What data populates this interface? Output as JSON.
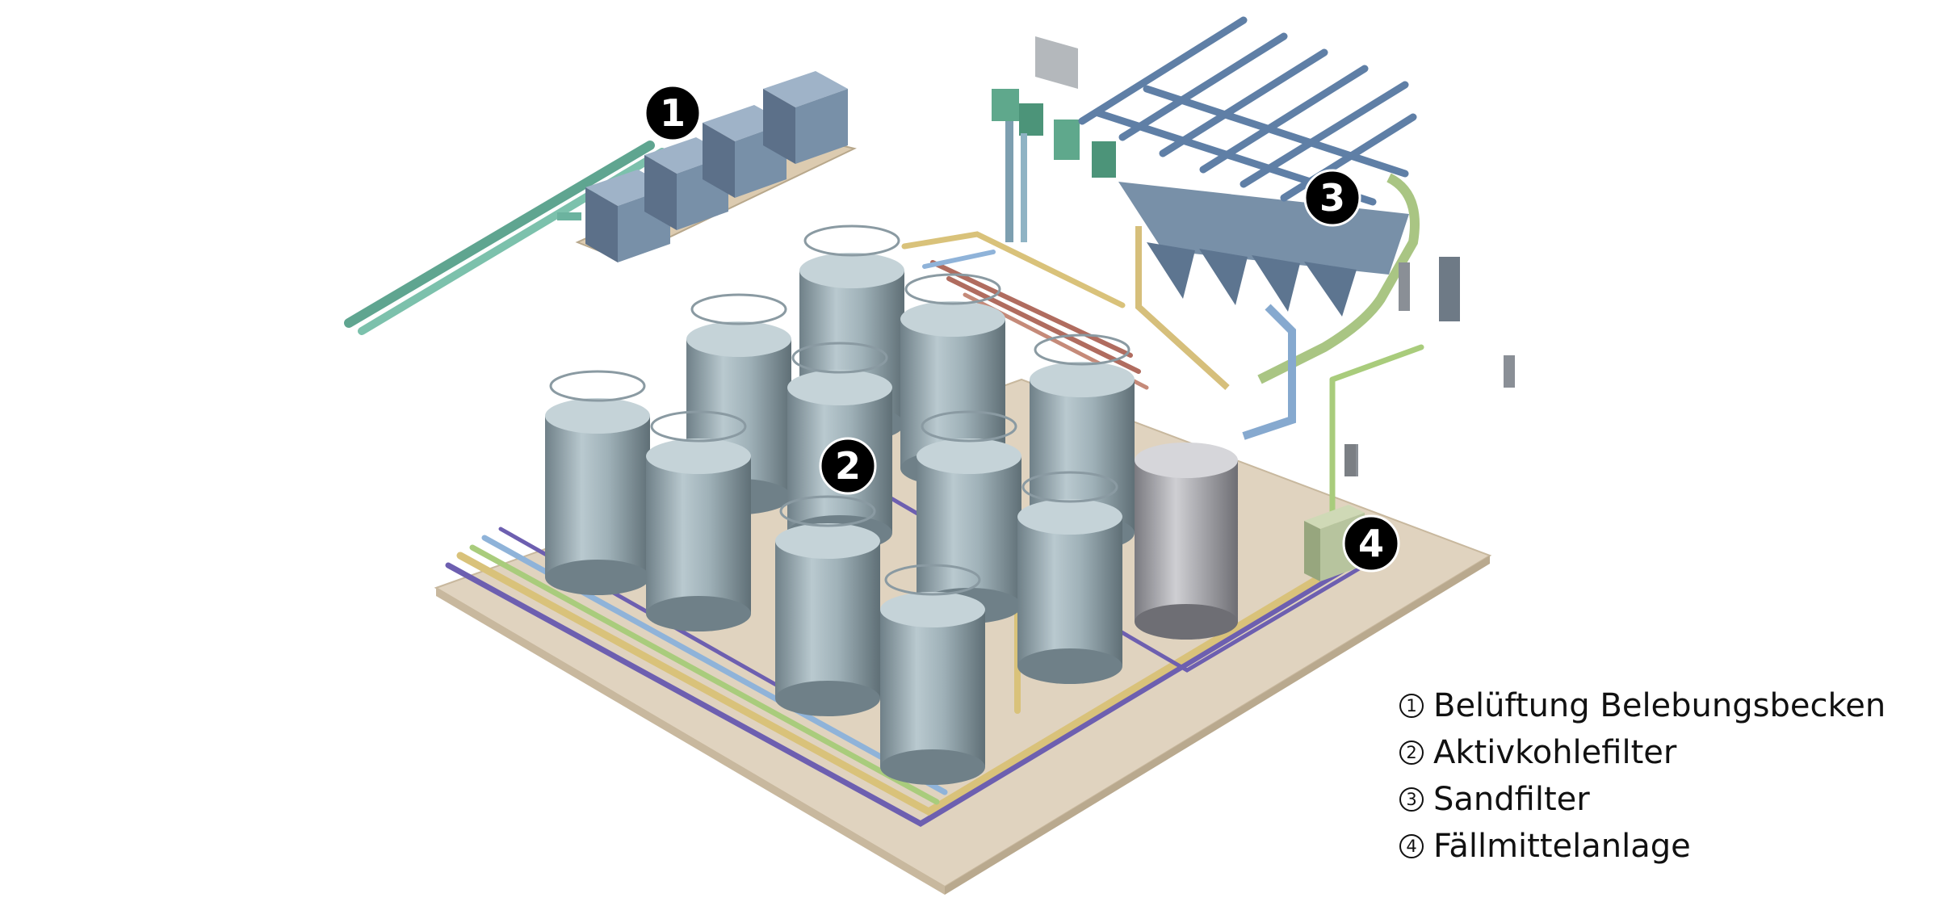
{
  "markers": [
    {
      "id": "1",
      "label": "1"
    },
    {
      "id": "2",
      "label": "2"
    },
    {
      "id": "3",
      "label": "3"
    },
    {
      "id": "4",
      "label": "4"
    }
  ],
  "legend": [
    {
      "number": "1",
      "text": "Belüftung Belebungsbecken"
    },
    {
      "number": "2",
      "text": "Aktivkohlefilter"
    },
    {
      "number": "3",
      "text": "Sandfilter"
    },
    {
      "number": "4",
      "text": "Fällmittelanlage"
    }
  ],
  "colors": {
    "floor": "#e0d3bf",
    "floor_edge": "#c8b89e",
    "tank_steel": "#9fb1b8",
    "tank_grey": "#a8a8ad",
    "blower_box": "#6f859c",
    "aeration_pipe": "#6cb39f",
    "sand_filter": "#7d95ad",
    "dosing_cabinet": "#b7c49e",
    "pipe_purple": "#6d5fb0",
    "pipe_yellow": "#d9c27a",
    "pipe_green": "#a9cc7c",
    "pipe_blue": "#8fb3d9",
    "pipe_red": "#b06c5f",
    "marker_fill": "#000000",
    "marker_text": "#ffffff"
  }
}
